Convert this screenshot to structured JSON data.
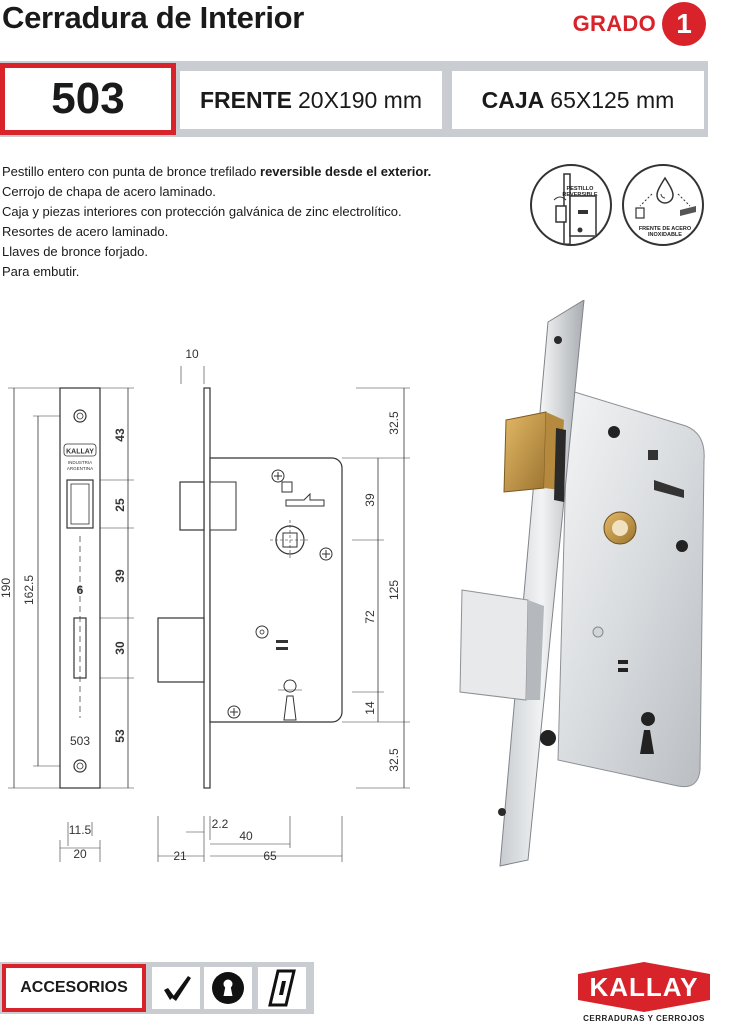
{
  "header": {
    "title": "Cerradura de Interior",
    "grade_label": "GRADO",
    "grade_value": "1"
  },
  "specs": {
    "model": "503",
    "front_label": "FRENTE",
    "front_value": "20X190 mm",
    "box_label": "CAJA",
    "box_value": "65X125 mm"
  },
  "features": [
    {
      "text": "Pestillo entero con punta de bronce trefilado ",
      "bold": "reversible desde el exterior."
    },
    {
      "text": "Cerrojo de chapa de acero laminado."
    },
    {
      "text": "Caja y piezas interiores con protección galvánica de zinc electrolítico."
    },
    {
      "text": "Resortes de acero laminado."
    },
    {
      "text": "Llaves de bronce forjado."
    },
    {
      "text": "Para embutir."
    }
  ],
  "badges": {
    "latch": "PESTILLO REVERSIBLE",
    "steel_line1": "FRENTE DE ACERO",
    "steel_line2": "INOXIDABLE"
  },
  "drawing": {
    "faceplate_brand": "KALLAY",
    "faceplate_sub1": "INDUSTRIA",
    "faceplate_sub2": "ARGENTINA",
    "faceplate_model": "503",
    "front_dims": {
      "total_height": "190",
      "inner_height": "162.5",
      "seg_43": "43",
      "seg_25": "25",
      "seg_39": "39",
      "seg_30": "30",
      "seg_53": "53",
      "slot_width": "6",
      "width_inner": "11.5",
      "width_total": "20"
    },
    "side_dims": {
      "plate_thickness": "10",
      "top_margin": "32.5",
      "latch_height": "39",
      "box_height": "125",
      "bolt_to_key": "72",
      "key_offset": "14",
      "bottom_margin": "32.5",
      "offset_2_2": "2.2",
      "backset": "40",
      "bolt_throw": "21",
      "box_depth": "65"
    }
  },
  "accessories": {
    "label": "ACCESORIOS",
    "icons": [
      "key-icon",
      "keyhole-icon",
      "strike-plate-icon"
    ]
  },
  "brand": {
    "name": "KALLAY",
    "tagline": "CERRADURAS Y CERROJOS",
    "color": "#d8232a"
  }
}
